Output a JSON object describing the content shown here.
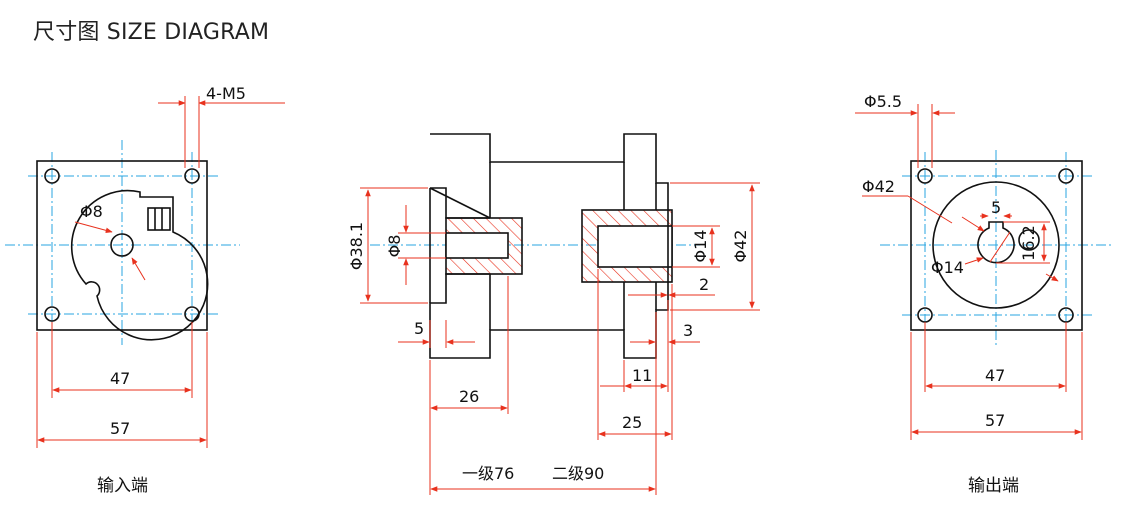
{
  "title": "尺寸图 SIZE DIAGRAM",
  "input_view": {
    "label": "输入端",
    "dim_4m5": "4-M5",
    "dim_phi8": "Φ8",
    "dim_47": "47",
    "dim_57": "57"
  },
  "side_view": {
    "dim_phi38_1": "Φ38.1",
    "dim_phi8": "Φ8",
    "dim_phi14": "Φ14",
    "dim_phi42": "Φ42",
    "dim_5": "5",
    "dim_26": "26",
    "dim_2": "2",
    "dim_3": "3",
    "dim_11": "11",
    "dim_25": "25",
    "dim_len_stage1": "一级76",
    "dim_len_stage2": "二级90"
  },
  "output_view": {
    "label": "输出端",
    "dim_phi5_5": "Φ5.5",
    "dim_phi42": "Φ42",
    "dim_5": "5",
    "dim_16_2": "16.2",
    "dim_phi14": "Φ14",
    "dim_47": "47",
    "dim_57": "57"
  },
  "colors": {
    "outline": "#111111",
    "dimension": "#e8321e",
    "centerline": "#2aa6e0",
    "hatch": "#e8321e"
  }
}
